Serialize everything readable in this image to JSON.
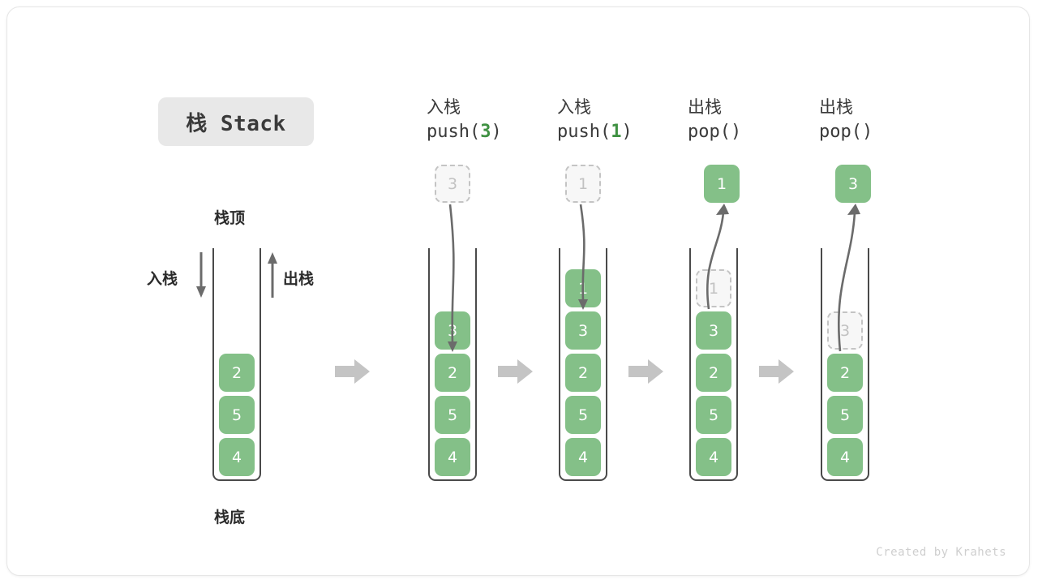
{
  "title": {
    "badge_text": "栈 Stack"
  },
  "labels": {
    "top": "栈顶",
    "bottom": "栈底",
    "push_side": "入栈",
    "pop_side": "出栈"
  },
  "colors": {
    "cell_green": "#84c088",
    "arg_green": "#3f9142",
    "ghost_fill": "#f7f7f7",
    "ghost_border": "#c4c4c4",
    "ghost_text": "#c2c2c2",
    "wall": "#4a4a4a",
    "step_arrow": "#c4c4c4",
    "badge_bg": "#e8e8e8",
    "text": "#3a3a3a"
  },
  "icons": {
    "push_side_arrow": "arrow-down-icon",
    "pop_side_arrow": "arrow-up-icon",
    "step_arrow": "arrow-right-block-icon",
    "motion_arrow": "curved-arrow-icon"
  },
  "steps": [
    {
      "id": "initial",
      "op_cn": "",
      "op_code": "",
      "op_arg": "",
      "stack": [
        "2",
        "5",
        "4"
      ],
      "floating": null,
      "ghost_index": null
    },
    {
      "id": "push-3",
      "op_cn": "入栈",
      "op_code_prefix": "push(",
      "op_arg": "3",
      "op_code_suffix": ")",
      "stack": [
        "3",
        "2",
        "5",
        "4"
      ],
      "floating": {
        "value": "3",
        "style": "ghost",
        "direction": "in"
      },
      "ghost_index": null
    },
    {
      "id": "push-1",
      "op_cn": "入栈",
      "op_code_prefix": "push(",
      "op_arg": "1",
      "op_code_suffix": ")",
      "stack": [
        "1",
        "3",
        "2",
        "5",
        "4"
      ],
      "floating": {
        "value": "1",
        "style": "ghost",
        "direction": "in"
      },
      "ghost_index": null
    },
    {
      "id": "pop-1",
      "op_cn": "出栈",
      "op_code_prefix": "pop(",
      "op_arg": "",
      "op_code_suffix": ")",
      "stack": [
        "1",
        "3",
        "2",
        "5",
        "4"
      ],
      "floating": {
        "value": "1",
        "style": "filled",
        "direction": "out"
      },
      "ghost_index": 0
    },
    {
      "id": "pop-3",
      "op_cn": "出栈",
      "op_code_prefix": "pop(",
      "op_arg": "",
      "op_code_suffix": ")",
      "stack": [
        "3",
        "2",
        "5",
        "4"
      ],
      "floating": {
        "value": "3",
        "style": "filled",
        "direction": "out"
      },
      "ghost_index": 0
    }
  ],
  "credit": "Created by Krahets"
}
